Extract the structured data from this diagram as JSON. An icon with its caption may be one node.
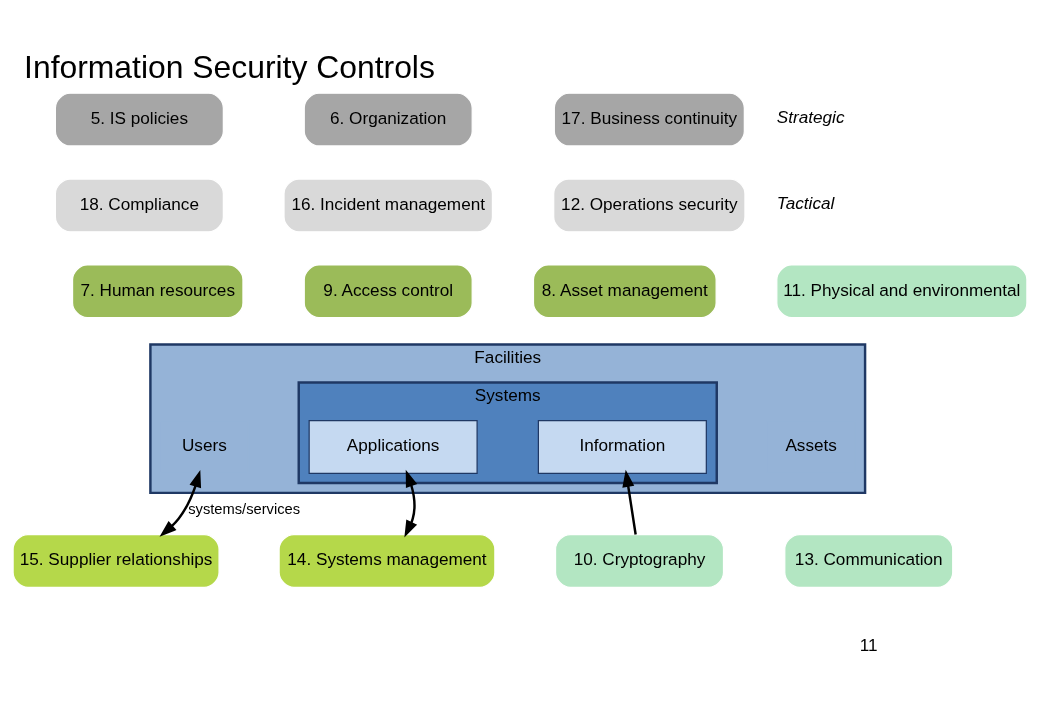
{
  "diagram": {
    "title": "Information Security Controls",
    "nodes": [
      {
        "text": [
          "5. IS policies"
        ]
      },
      {
        "text": [
          "6. Organization"
        ]
      },
      {
        "text": [
          "17. Business continuity"
        ],
        "beside": [
          "Strategic"
        ]
      },
      {
        "text": [
          "18. Compliance"
        ]
      },
      {
        "text": [
          "16. Incident management"
        ]
      },
      {
        "text": [
          "12. Operations security"
        ],
        "beside": [
          "Tactical"
        ]
      },
      {
        "text": [
          "7. Human resources"
        ]
      },
      {
        "text": [
          "9. Access control"
        ]
      },
      {
        "text": [
          "8. Asset management"
        ]
      },
      {
        "text": [
          "11. Physical and environmental"
        ]
      },
      {
        "text": [
          "Facilities"
        ]
      },
      {
        "text": [
          "Users"
        ],
        "in": 10
      },
      {
        "text": [
          "Systems"
        ],
        "in": 10
      },
      {
        "text": [
          "Applications"
        ],
        "in": 12
      },
      {
        "text": [
          "Information"
        ],
        "in": 12
      },
      {
        "text": [
          "Assets"
        ],
        "in": 10
      },
      {
        "text": [
          "15. Supplier relationships"
        ]
      },
      {
        "text": [
          "14. Systems management"
        ]
      },
      {
        "text": [
          "10. Cryptography"
        ]
      },
      {
        "text": [
          "13. Communication"
        ]
      }
    ],
    "edges": [
      {
        "from": 11,
        "to": 16,
        "arrow": "both",
        "label": "systems/services"
      },
      {
        "from": 17,
        "to": 13,
        "arrow": "both"
      },
      {
        "from": 18,
        "to": 14,
        "arrow": "to"
      }
    ],
    "labels": [
      "11"
    ]
  }
}
